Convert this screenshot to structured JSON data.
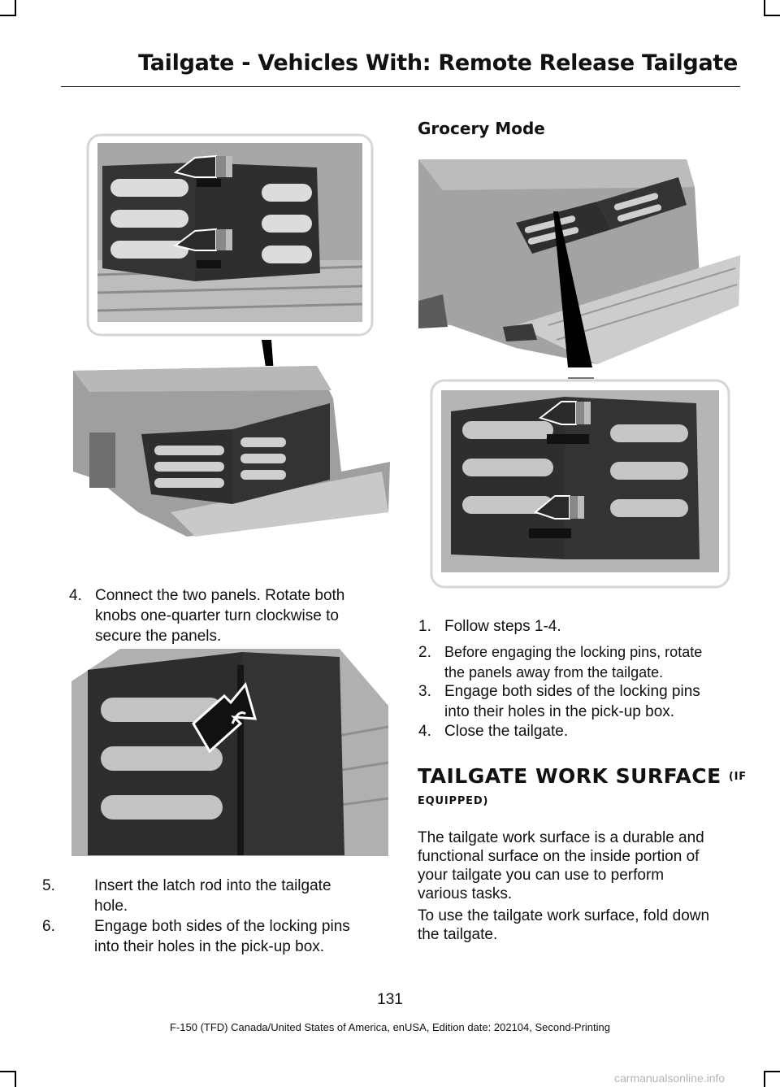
{
  "header": {
    "title": "Tailgate - Vehicles With: Remote Release Tailgate"
  },
  "left": {
    "step4": {
      "num": "4.",
      "lines": [
        "Connect the two panels. Rotate both",
        "knobs one-quarter turn clockwise to",
        "secure the panels."
      ]
    },
    "step5": {
      "num": "5.",
      "lines": [
        "Insert the latch rod into the tailgate",
        "hole."
      ]
    },
    "step6": {
      "num": "6.",
      "lines": [
        "Engage both sides of the locking pins",
        "into their holes in the pick-up box."
      ]
    }
  },
  "right": {
    "heading": "Grocery Mode",
    "steps": [
      {
        "num": "1.",
        "lines": [
          "Follow steps 1-4."
        ]
      },
      {
        "num": "2.",
        "lines": [
          "Before engaging the locking pins, rotate",
          "the panels away from the tailgate."
        ]
      },
      {
        "num": "3.",
        "lines": [
          "Engage both sides of the locking pins",
          "into their holes in the pick-up box."
        ]
      },
      {
        "num": "4.",
        "lines": [
          "Close the tailgate."
        ]
      }
    ],
    "section_title": "TAILGATE WORK SURFACE",
    "section_suffix_1": "(IF",
    "section_suffix_2": "EQUIPPED)",
    "para1": [
      "The tailgate work surface is a durable and",
      "functional surface on the inside portion of",
      "your tailgate you can use to perform",
      "various tasks."
    ],
    "para2": [
      "To use the tailgate work surface, fold down",
      "the tailgate."
    ]
  },
  "footer": {
    "page_number": "131",
    "edition": "F-150 (TFD) Canada/United States of America, enUSA, Edition date: 202104, Second-Printing",
    "watermark": "carmanualsonline.info"
  },
  "colors": {
    "metal": "#9a9a9a",
    "panel": "#2f2f2f",
    "frame": "#d9d9d9"
  },
  "icons": [
    "arrow-icon"
  ]
}
